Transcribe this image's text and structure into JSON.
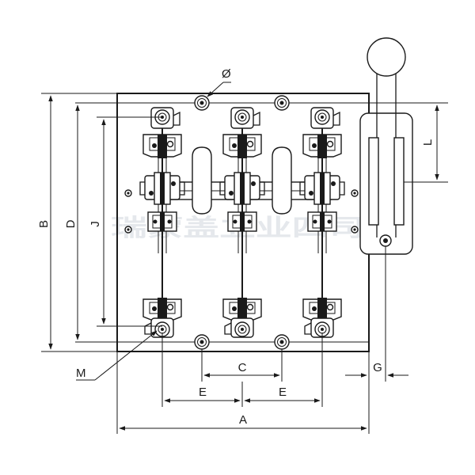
{
  "watermark": "瑞蒙盖立业四司",
  "dimensions": {
    "A": "A",
    "B": "B",
    "C": "C",
    "D": "D",
    "E_left": "E",
    "E_right": "E",
    "G": "G",
    "J": "J",
    "L": "L",
    "M": "M",
    "phi": "Ø"
  }
}
